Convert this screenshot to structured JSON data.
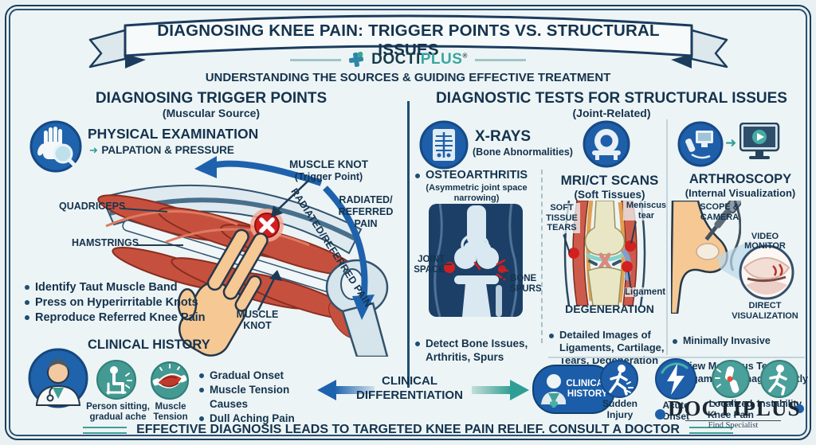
{
  "banner": {
    "title": "DIAGNOSING KNEE PAIN: TRIGGER POINTS VS. STRUCTURAL ISSUES"
  },
  "logo": {
    "brand_docti": "DOCTI",
    "brand_plus": "PLUS",
    "registered": "®"
  },
  "subtitle": "UNDERSTANDING THE SOURCES & GUIDING EFFECTIVE TREATMENT",
  "left": {
    "heading": "DIAGNOSING TRIGGER POINTS",
    "subheading": "(Muscular Source)",
    "physical_exam": {
      "title": "PHYSICAL EXAMINATION",
      "arrow": "➜",
      "subtitle": "PALPATION & PRESSURE"
    },
    "labels": {
      "muscle_knot_top": "MUSCLE KNOT",
      "muscle_knot_top_sub": "(Trigger Point)",
      "quadriceps": "QUADRICEPS",
      "hamstrings": "HAMSTRINGS",
      "radiated_rotated": "RADIATED/REFERRED PAIN",
      "radiated_stack": "RADIATED/\nREFERRED\nPAIN",
      "muscle_knot_bottom": "MUSCLE\nKNOT"
    },
    "bullets": [
      "Identify Taut Muscle Band",
      "Press on Hyperirritable Knots",
      "Reproduce Referred Knee Pain"
    ],
    "clinical_history": {
      "title": "CLINICAL HISTORY",
      "caption_sitting": "Person sitting,\ngradual ache",
      "caption_muscle": "Muscle\nTension",
      "bullets": [
        "Gradual Onset",
        "Muscle Tension Causes",
        "Dull Aching Pain"
      ]
    }
  },
  "right": {
    "heading": "DIAGNOSTIC TESTS FOR STRUCTURAL ISSUES",
    "subheading": "(Joint-Related)",
    "xrays": {
      "title": "X-RAYS",
      "subtitle": "(Bone Abnormalities)",
      "finding": "OSTEOARTHRITIS",
      "finding_sub": "(Asymmetric joint space\nnarrowing)",
      "label_joint_space": "JOINT\nSPACE",
      "label_bone_spurs": "BONE\nSPURS",
      "bullet": "Detect Bone Issues,\nArthritis, Spurs"
    },
    "mri": {
      "title": "MRI/CT SCANS",
      "subtitle": "(Soft Tissues)",
      "label_soft_tissue": "SOFT\nTISSUE\nTEARS",
      "label_meniscus": "Meniscus\ntear",
      "label_ligament": "Ligament",
      "finding": "DEGENERATION",
      "bullet": "Detailed Images of\nLigaments, Cartilage,\nTears, Degeneration"
    },
    "arthroscopy": {
      "title": "ARTHROSCOPY",
      "subtitle": "(Internal Visualization)",
      "label_scope": "SCOPE &\nCAMERA",
      "label_monitor": "VIDEO MONITOR",
      "label_direct": "DIRECT\nVISUALIZATION",
      "bullets": [
        "Minimally Invasive",
        "View Meniscus Tears,\nLigament Damage Directly"
      ]
    },
    "symptoms": [
      {
        "caption": "Sudden\nInjury"
      },
      {
        "caption": "Acute\nOnset"
      },
      {
        "caption": "Localized\nKnee Pain"
      },
      {
        "caption": "Instability"
      }
    ]
  },
  "center_bottom": {
    "differentiation": "CLINICAL\nDIFFERENTIATION",
    "pill": "CLINICAL\nHISTORY"
  },
  "watermark": {
    "brand": "DOCTIPLUS",
    "tagline": "Find Specialist"
  },
  "footer": "EFFECTIVE DIAGNOSIS LEADS TO TARGETED KNEE PAIN RELIEF. CONSULT A DOCTOR",
  "icons": {
    "palpation": "hand-with-magnifier",
    "doctor": "doctor-avatar",
    "sitting": "person-sitting",
    "muscle": "muscle-fiber",
    "xray": "xray-film",
    "mri": "mri-scanner",
    "scope": "arthroscope",
    "monitor": "video-monitor-play",
    "sudden_injury": "running-person",
    "acute_onset": "lightning-bolt",
    "localized_pain": "knee-joint-pain",
    "instability": "running-person"
  },
  "colors": {
    "navy": "#14334e",
    "teal": "#2f9e94",
    "blue": "#1f5fa9",
    "red": "#d31f1f",
    "background": "#e9f1f2",
    "xray_bg": "#1b3f66"
  }
}
